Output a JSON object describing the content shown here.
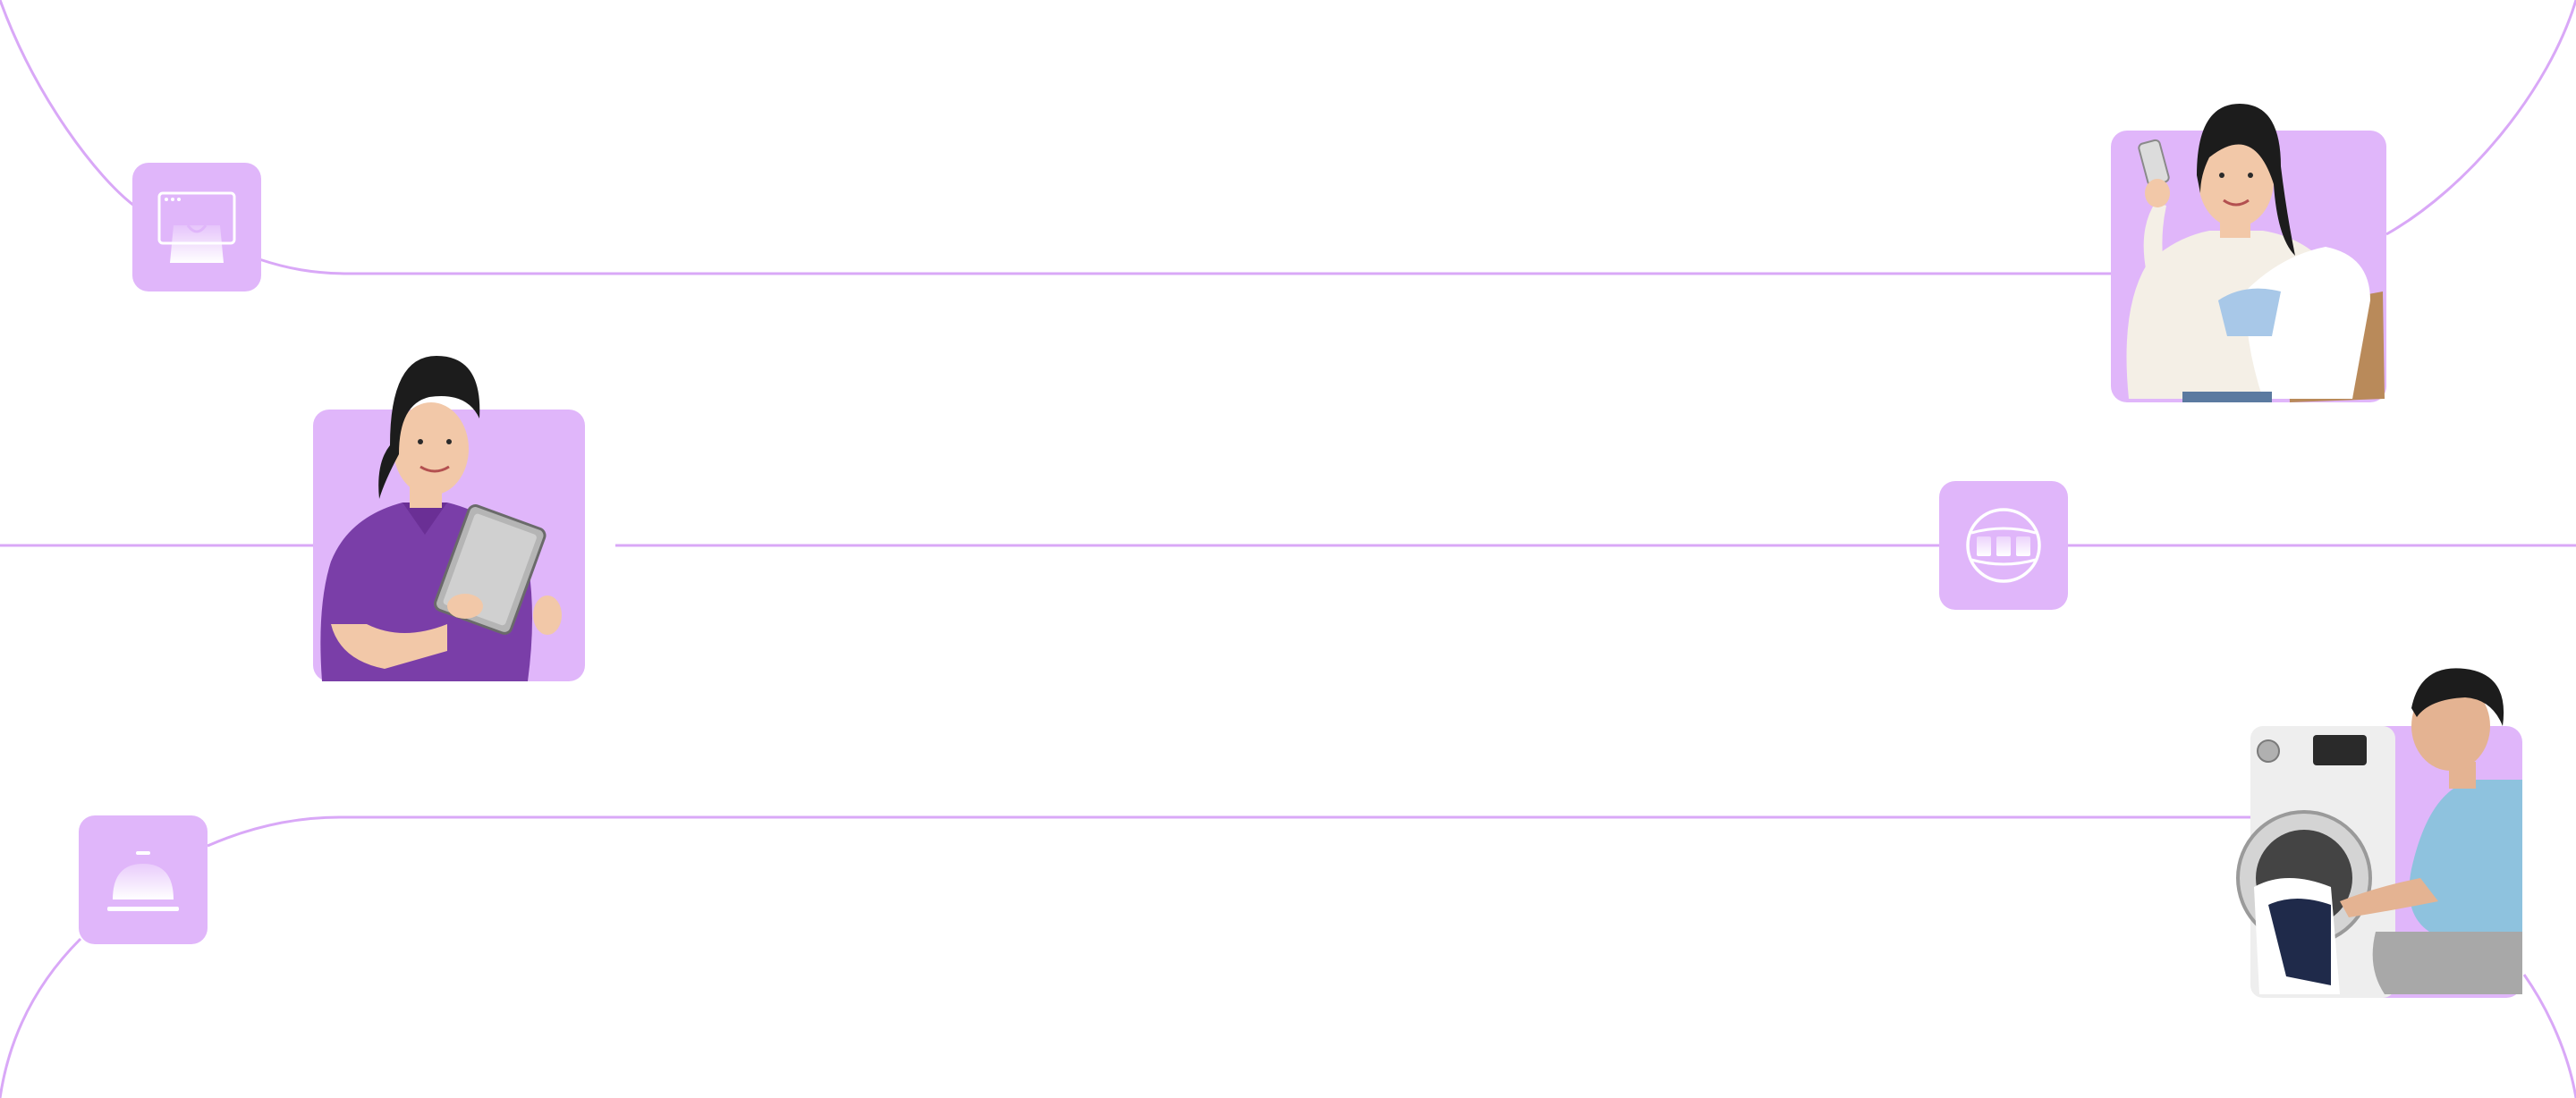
{
  "colors": {
    "line": "#d9a8f7",
    "tile": "#e0b6fa",
    "tile_glyph": "#ffffff",
    "shirt": "#7a3ea8",
    "sweater": "#f4efe6",
    "tshirt": "#8ec2de",
    "skin": "#f2c8a8",
    "hair": "#1c1c1c",
    "washer": "#eeeeee"
  },
  "icons": [
    {
      "name": "online-shop-bag-icon"
    },
    {
      "name": "globe-grid-icon"
    },
    {
      "name": "service-bell-icon"
    }
  ],
  "photos": [
    {
      "name": "woman-with-phone-and-laundry-photo"
    },
    {
      "name": "staff-with-tablet-photo"
    },
    {
      "name": "man-loading-washer-photo"
    }
  ]
}
